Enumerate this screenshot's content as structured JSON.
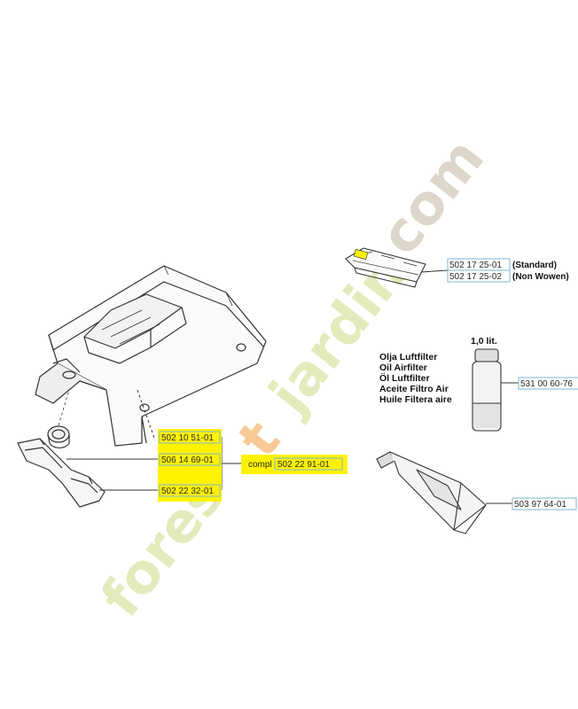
{
  "watermark": {
    "text_main": "forestjardin.com",
    "colors": {
      "light_green": "#dfe9b4",
      "orange": "#f7c48a",
      "gray": "#d9d3c4"
    }
  },
  "highlight_color": "#fff200",
  "box_color": "#7fb6d6",
  "parts": {
    "air_filter": {
      "pn1": "502 17 25-01",
      "note1": "(Standard)",
      "pn2": "502 17 25-02",
      "note2": "(Non Wowen)"
    },
    "oil": {
      "volume": "1,0 lit.",
      "names": [
        "Olja Luftfilter",
        "Oil Airfilter",
        "Öl Luftfilter",
        "Aceite Filtro Air",
        "Huile Filtera aire"
      ],
      "pn": "531 00 60-76"
    },
    "grease": {
      "pn": "503 97 64-01"
    },
    "cover_group": {
      "pn_cover": "502 10 51-01",
      "pn_plug": "506 14 69-01",
      "pn_plate": "502 22 32-01",
      "compl_label": "compl",
      "compl_pn": "502 22 91-01"
    }
  }
}
